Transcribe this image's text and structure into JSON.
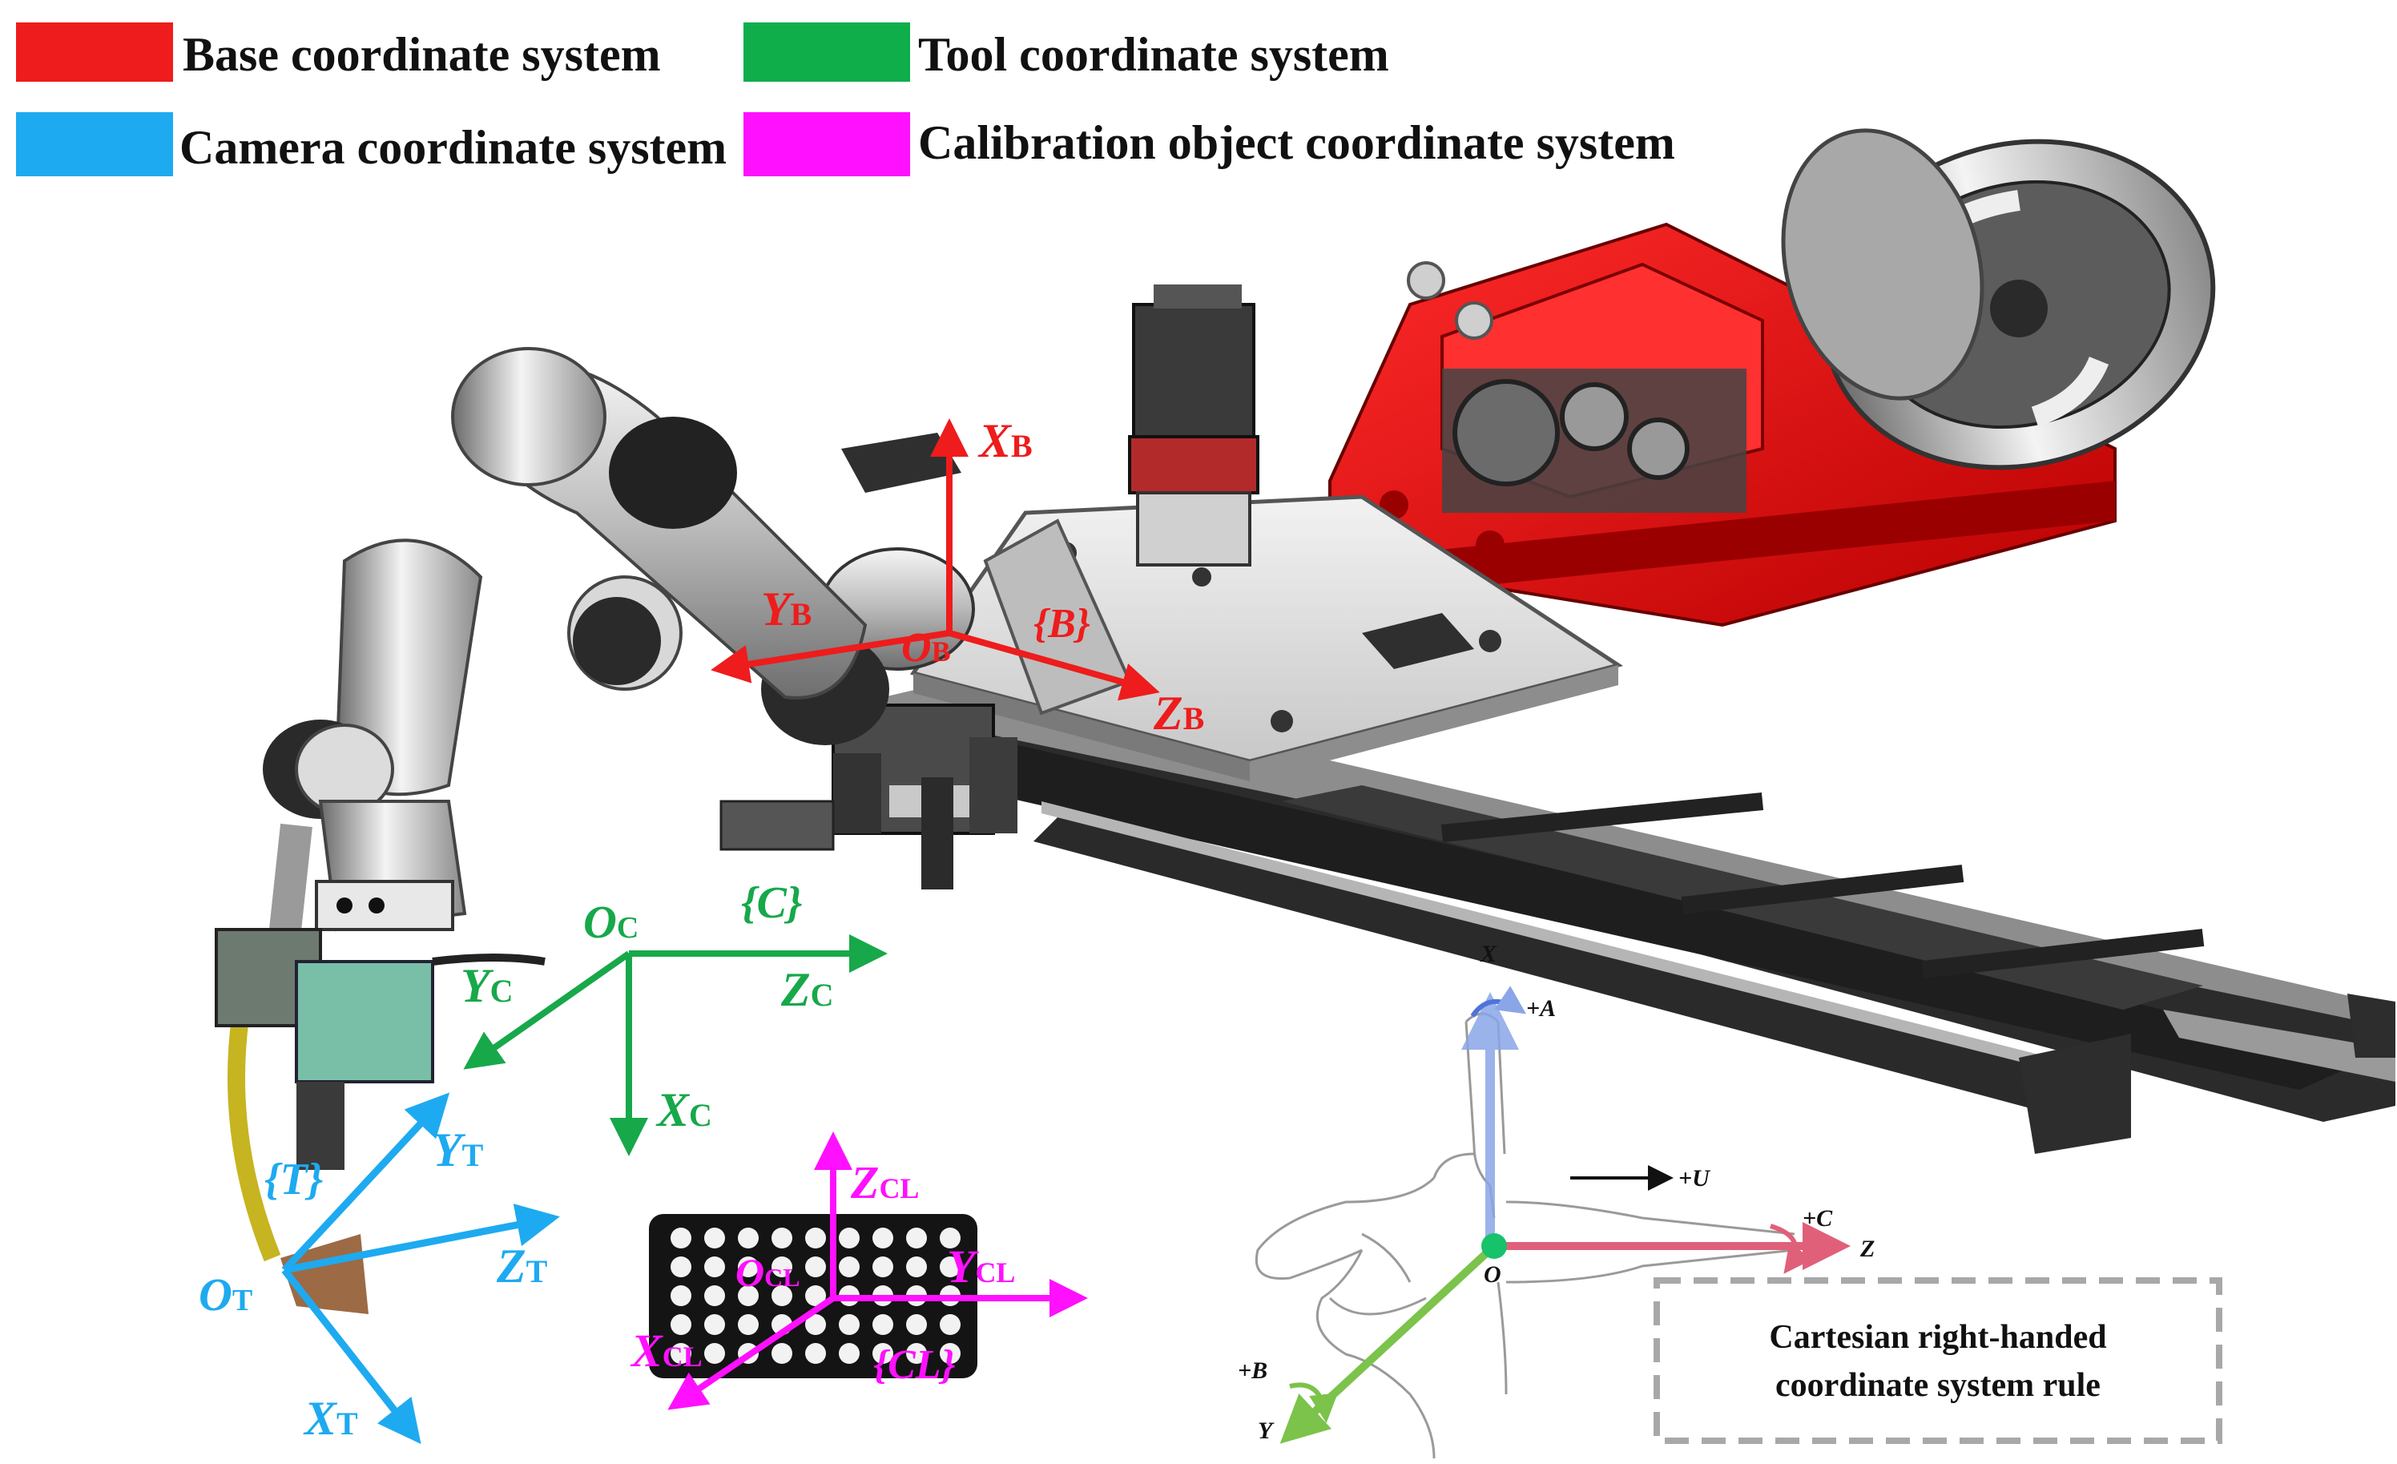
{
  "legend": {
    "items": [
      {
        "label": "Base coordinate system",
        "color": "#ee1c1c"
      },
      {
        "label": "Tool coordinate system",
        "color": "#0fae4b"
      },
      {
        "label": "Camera coordinate system",
        "color": "#1eaaf0"
      },
      {
        "label": "Calibration object coordinate system",
        "color": "#ff10ff"
      }
    ]
  },
  "frames": {
    "base": {
      "color": "#ee1c1c",
      "x_main": "X",
      "x_sub": "B",
      "y_main": "Y",
      "y_sub": "B",
      "z_main": "Z",
      "z_sub": "B",
      "o_main": "O",
      "o_sub": "B",
      "set_label": "{B}"
    },
    "camera": {
      "color": "#17a84a",
      "x_main": "X",
      "x_sub": "C",
      "y_main": "Y",
      "y_sub": "C",
      "z_main": "Z",
      "z_sub": "C",
      "o_main": "O",
      "o_sub": "C",
      "set_label": "{C}"
    },
    "tool": {
      "color": "#1eaaf0",
      "x_main": "X",
      "x_sub": "T",
      "y_main": "Y",
      "y_sub": "T",
      "z_main": "Z",
      "z_sub": "T",
      "o_main": "O",
      "o_sub": "T",
      "set_label": "{T}"
    },
    "calibration": {
      "color": "#ff10ff",
      "x_main": "X",
      "x_sub": "CL",
      "y_main": "Y",
      "y_sub": "CL",
      "z_main": "Z",
      "z_sub": "CL",
      "o_main": "O",
      "o_sub": "CL",
      "set_label": "{CL}"
    }
  },
  "hand_rule": {
    "x_label": "X",
    "z_label": "Z",
    "y_label": "Y",
    "origin_label": "O",
    "a_label": "+A",
    "b_label": "+B",
    "c_label": "+C",
    "u_label": "+U",
    "caption_line1": "Cartesian right-handed",
    "caption_line2": "coordinate system rule"
  }
}
